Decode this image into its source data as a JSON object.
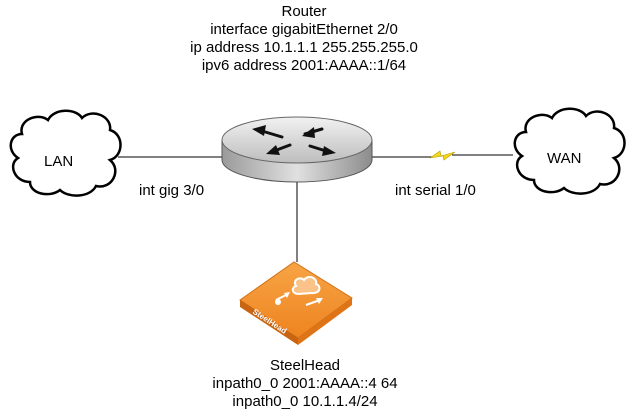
{
  "router": {
    "title": "Router",
    "lines": [
      "interface gigabitEthernet 2/0",
      "ip address 10.1.1.1 255.255.255.0",
      "ipv6 address 2001:AAAA::1/64"
    ]
  },
  "clouds": {
    "lan": "LAN",
    "wan": "WAN"
  },
  "interfaces": {
    "lan_side": "int gig 3/0",
    "wan_side": "int serial 1/0"
  },
  "steelhead": {
    "title": "SteelHead",
    "badge": "SteelHead",
    "lines": [
      "inpath0_0 2001:AAAA::4 64",
      "inpath0_0 10.1.1.4/24"
    ]
  },
  "colors": {
    "steelhead_orange": "#f08a24",
    "lightning": "#f4d81c",
    "router_gray": "#c8c8c8"
  }
}
